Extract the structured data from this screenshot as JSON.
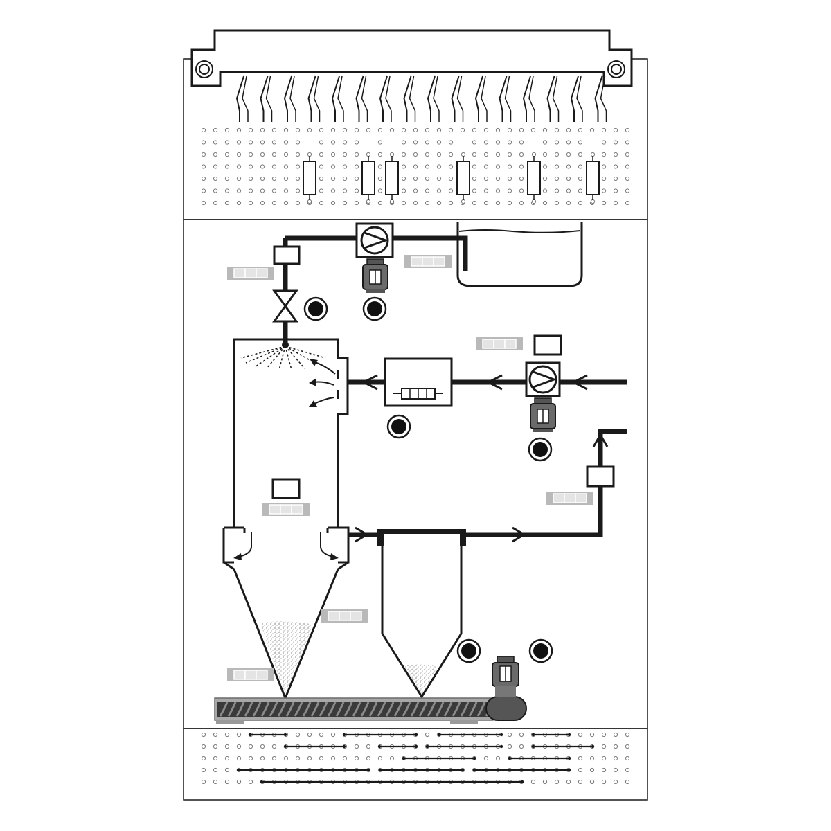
{
  "diagram": {
    "kind": "spray-dryer-process-training-board",
    "colors": {
      "line": "#1a1a1a",
      "board": "#ffffff",
      "display": "#b9b9b9",
      "display_cell": "#e4e4e4",
      "powder": "#d9d9d9",
      "motor": "#555555"
    },
    "components": [
      "edge-connector",
      "resistor",
      "feed-pump",
      "feed-tank",
      "valve",
      "atomizer-nozzle",
      "drying-chamber",
      "air-heater",
      "air-blower",
      "exhaust-filter",
      "cyclone-separator",
      "screw-conveyor",
      "conveyor-motor",
      "indicator-lamp",
      "seven-segment-display"
    ],
    "icons": [
      "mounting-screw-icon",
      "pump-icon",
      "motor-icon",
      "flow-arrow-icon"
    ]
  }
}
